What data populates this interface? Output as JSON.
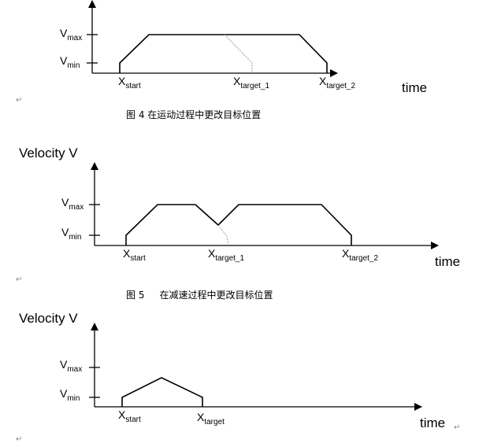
{
  "figure4": {
    "vmax": {
      "main": "V",
      "sub": "max"
    },
    "vmin": {
      "main": "V",
      "sub": "min"
    },
    "xstart": {
      "main": "X",
      "sub": "start"
    },
    "xtarget1": {
      "main": "X",
      "sub": "target_1"
    },
    "xtarget2": {
      "main": "X",
      "sub": "target_2"
    },
    "time": "time",
    "caption": "图 4  在运动过程中更改目标位置"
  },
  "figure5": {
    "ylabel": "Velocity V",
    "vmax": {
      "main": "V",
      "sub": "max"
    },
    "vmin": {
      "main": "V",
      "sub": "min"
    },
    "xstart": {
      "main": "X",
      "sub": "start"
    },
    "xtarget1": {
      "main": "X",
      "sub": "target_1"
    },
    "xtarget2": {
      "main": "X",
      "sub": "target_2"
    },
    "time": "time",
    "caption": "图 5     在减速过程中更改目标位置"
  },
  "figure6": {
    "ylabel": "Velocity V",
    "vmax": {
      "main": "V",
      "sub": "max"
    },
    "vmin": {
      "main": "V",
      "sub": "min"
    },
    "xstart": {
      "main": "X",
      "sub": "start"
    },
    "xtarget": {
      "main": "X",
      "sub": "target"
    },
    "time": "time"
  },
  "return_mark": "↵"
}
